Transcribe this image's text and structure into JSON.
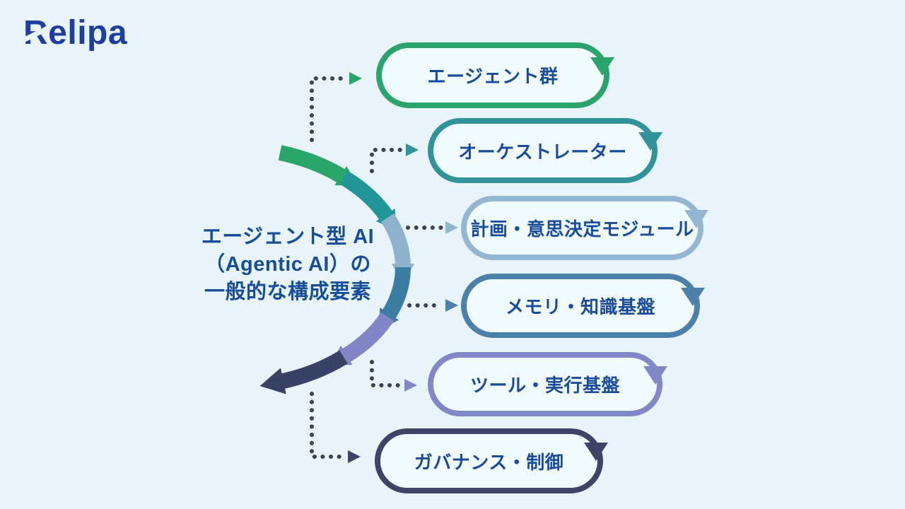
{
  "page": {
    "background": "#E8F4F9",
    "pill_fill": "#F1FAFC"
  },
  "logo": {
    "text": "Relipa",
    "color": "#1E3EA0"
  },
  "title": {
    "lines": [
      "エージェント型 AI",
      "（Agentic AI）の",
      "一般的な構成要素"
    ],
    "color": "#174E9C"
  },
  "text_color": "#1A4C9C",
  "connector_dot_color": "#3A4255",
  "pills": [
    {
      "label": "エージェント群",
      "color": "#2BA46C",
      "arc_color": "#2AA66B"
    },
    {
      "label": "オーケストレーター",
      "color": "#31929A",
      "arc_color": "#219598"
    },
    {
      "label": "計画・意思決定モジュール",
      "color": "#93B7D2",
      "arc_color": "#8FB3CF"
    },
    {
      "label": "メモリ・知識基盤",
      "color": "#4B80AA",
      "arc_color": "#3D7CA3"
    },
    {
      "label": "ツール・実行基盤",
      "color": "#8287C8",
      "arc_color": "#8286C9"
    },
    {
      "label": "ガバナンス・制御",
      "color": "#3D4467",
      "arc_color": "#3A4166"
    }
  ]
}
